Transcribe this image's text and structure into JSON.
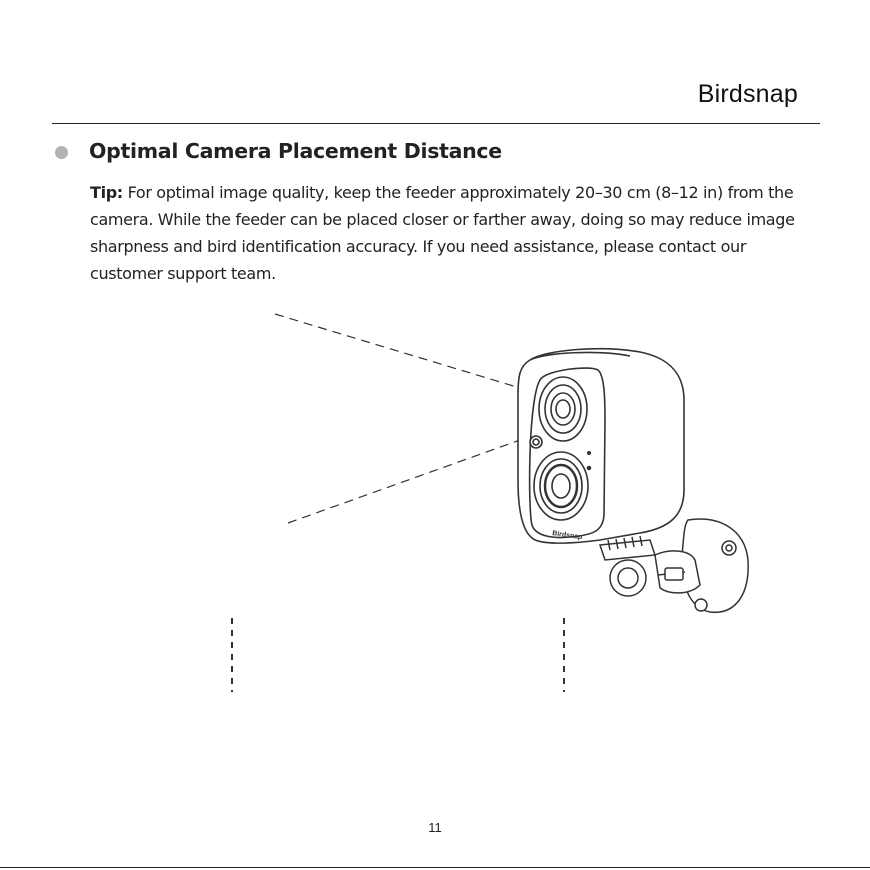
{
  "header": {
    "brand": "Birdsnap"
  },
  "section": {
    "title": "Optimal Camera Placement Distance",
    "tip_label": "Tip:",
    "tip_text": " For optimal image quality, keep the feeder approximately 20–30 cm (8–12 in) from the camera. While the feeder can be placed closer or farther away, doing so may reduce image sharpness and bird identification accuracy. If you need assistance, please contact our customer support team."
  },
  "illustration": {
    "camera_logo": "Birdsnap"
  },
  "footer": {
    "page_number": "11"
  }
}
